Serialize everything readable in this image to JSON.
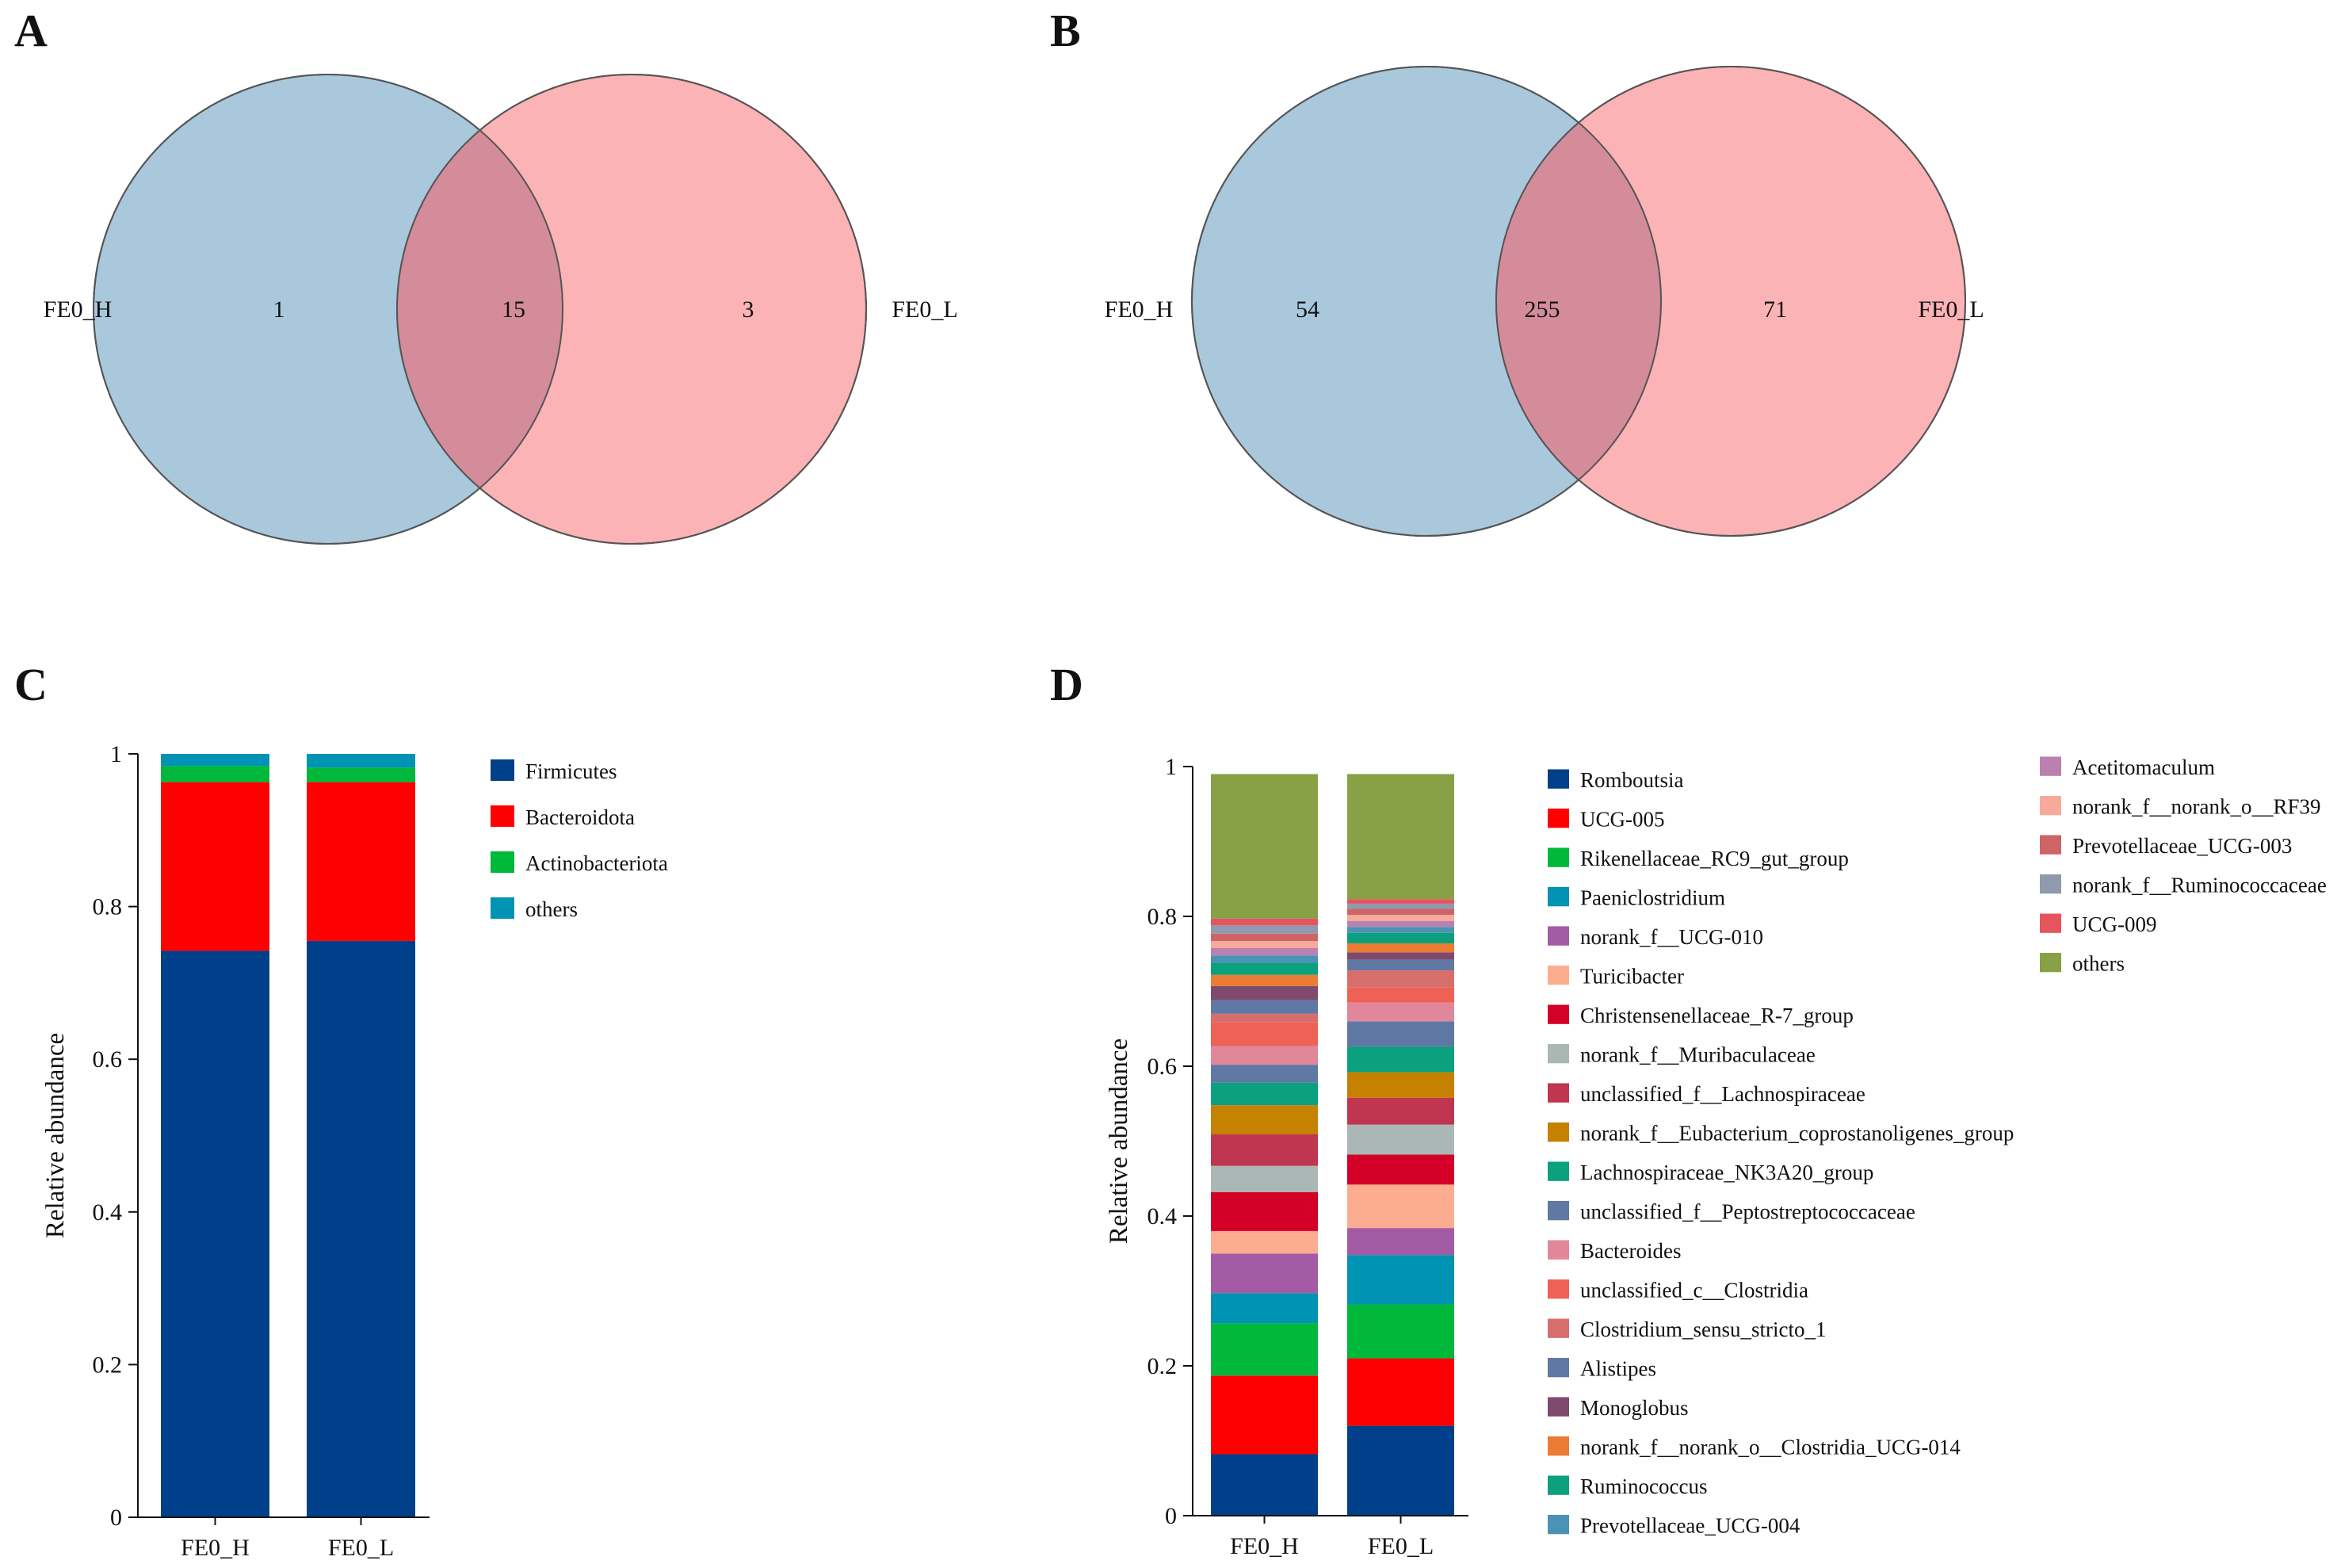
{
  "panels": {
    "A": "A",
    "B": "B",
    "C": "C",
    "D": "D"
  },
  "venn_A": {
    "left_set": "FE0_H",
    "right_set": "FE0_L",
    "left_only": "1",
    "shared": "15",
    "right_only": "3",
    "colors": {
      "left": "#a9c8dc",
      "right": "#fbb3b5",
      "overlap": "#d48c9b"
    }
  },
  "venn_B": {
    "left_set": "FE0_H",
    "right_set": "FE0_L",
    "left_only": "54",
    "shared": "255",
    "right_only": "71",
    "colors": {
      "left": "#a9c8dc",
      "right": "#fbb3b5",
      "overlap": "#d48c9b"
    }
  },
  "chart_data": [
    {
      "panel": "C",
      "type": "bar",
      "stacked": true,
      "categories": [
        "FE0_H",
        "FE0_L"
      ],
      "ylabel": "Relative abundance",
      "ylim": [
        0,
        1
      ],
      "yticks": [
        0,
        0.2,
        0.4,
        0.6,
        0.8,
        1
      ],
      "ytick_labels": [
        "0",
        "0.2",
        "0.4",
        "0.6",
        "0.8",
        "1"
      ],
      "grid": false,
      "legend": "right",
      "series": [
        {
          "name": "Firmicutes",
          "color": "#00408a",
          "values": [
            0.742,
            0.755
          ]
        },
        {
          "name": "Bacteroidota",
          "color": "#ff0000",
          "values": [
            0.221,
            0.208
          ]
        },
        {
          "name": "Actinobacteriota",
          "color": "#00b83a",
          "values": [
            0.021,
            0.019
          ]
        },
        {
          "name": "others",
          "color": "#0093b3",
          "values": [
            0.016,
            0.018
          ]
        }
      ]
    },
    {
      "panel": "D",
      "type": "bar",
      "stacked": true,
      "categories": [
        "FE0_H",
        "FE0_L"
      ],
      "ylabel": "Relative abundance",
      "ylim": [
        0,
        1
      ],
      "yticks": [
        0,
        0.2,
        0.4,
        0.6,
        0.8,
        1
      ],
      "ytick_labels": [
        "0",
        "0.2",
        "0.4",
        "0.6",
        "0.8",
        "1"
      ],
      "grid": false,
      "legend": "right",
      "series": [
        {
          "name": "Romboutsia",
          "color": "#00408a",
          "values": [
            0.082,
            0.12
          ]
        },
        {
          "name": "UCG-005",
          "color": "#ff0000",
          "values": [
            0.105,
            0.09
          ]
        },
        {
          "name": "Rikenellaceae_RC9_gut_group",
          "color": "#00b83a",
          "values": [
            0.07,
            0.072
          ]
        },
        {
          "name": "Paeniclostridium",
          "color": "#0093b3",
          "values": [
            0.04,
            0.066
          ]
        },
        {
          "name": "norank_f__UCG-010",
          "color": "#a45ba6",
          "values": [
            0.053,
            0.036
          ]
        },
        {
          "name": "Turicibacter",
          "color": "#fdad8f",
          "values": [
            0.03,
            0.058
          ]
        },
        {
          "name": "Christensenellaceae_R-7_group",
          "color": "#d40027",
          "values": [
            0.052,
            0.04
          ]
        },
        {
          "name": "norank_f__Muribaculaceae",
          "color": "#abb7b5",
          "values": [
            0.035,
            0.04
          ]
        },
        {
          "name": "unclassified_f__Lachnospiraceae",
          "color": "#c0354f",
          "values": [
            0.042,
            0.036
          ]
        },
        {
          "name": "norank_f__Eubacterium_coprostanoligenes_group",
          "color": "#c68100",
          "values": [
            0.039,
            0.034
          ]
        },
        {
          "name": "Lachnospiraceae_NK3A20_group",
          "color": "#0ba07e",
          "values": [
            0.03,
            0.034
          ]
        },
        {
          "name": "unclassified_f__Peptostreptococcaceae",
          "color": "#5f78a4",
          "values": [
            0.024,
            0.034
          ]
        },
        {
          "name": "Bacteroides",
          "color": "#e2879a",
          "values": [
            0.025,
            0.025
          ]
        },
        {
          "name": "unclassified_c__Clostridia",
          "color": "#ee6256",
          "values": [
            0.032,
            0.02
          ]
        },
        {
          "name": "Clostridium_sensu_stricto_1",
          "color": "#d86e6c",
          "values": [
            0.011,
            0.023
          ]
        },
        {
          "name": "Alistipes",
          "color": "#5f78a4",
          "values": [
            0.018,
            0.014
          ]
        },
        {
          "name": "Monoglobus",
          "color": "#7e4a6e",
          "values": [
            0.019,
            0.01
          ]
        },
        {
          "name": "norank_f__norank_o__Clostridia_UCG-014",
          "color": "#ec7b34",
          "values": [
            0.015,
            0.012
          ]
        },
        {
          "name": "Ruminococcus",
          "color": "#0ba07e",
          "values": [
            0.016,
            0.014
          ]
        },
        {
          "name": "Prevotellaceae_UCG-004",
          "color": "#4b93b4",
          "values": [
            0.01,
            0.008
          ]
        },
        {
          "name": "Acetitomaculum",
          "color": "#ba81b0",
          "values": [
            0.01,
            0.008
          ]
        },
        {
          "name": "norank_f__norank_o__RF39",
          "color": "#f7aa9c",
          "values": [
            0.009,
            0.008
          ]
        },
        {
          "name": "Prevotellaceae_UCG-003",
          "color": "#cd6466",
          "values": [
            0.01,
            0.008
          ]
        },
        {
          "name": "norank_f__Ruminococcaceae",
          "color": "#9099ad",
          "values": [
            0.011,
            0.007
          ]
        },
        {
          "name": "UCG-009",
          "color": "#e6555e",
          "values": [
            0.009,
            0.006
          ]
        },
        {
          "name": "others",
          "color": "#88a046",
          "values": [
            0.193,
            0.167
          ]
        }
      ]
    }
  ]
}
